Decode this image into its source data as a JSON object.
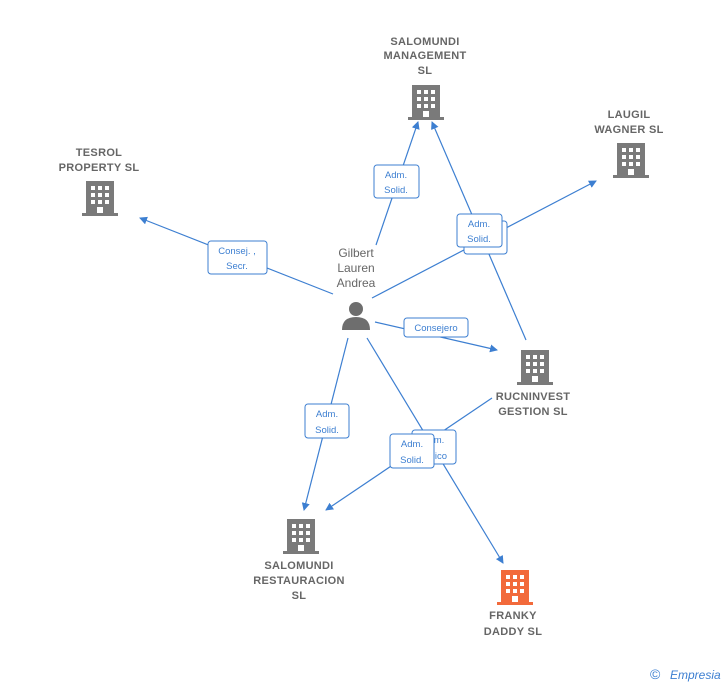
{
  "person": {
    "lines": [
      "Gilbert",
      "Lauren",
      "Andrea"
    ]
  },
  "companies": {
    "salomundi_management": {
      "lines": [
        "SALOMUNDI",
        "MANAGEMENT",
        "SL"
      ]
    },
    "laugil_wagner": {
      "lines": [
        "LAUGIL",
        "WAGNER SL"
      ]
    },
    "tesrol_property": {
      "lines": [
        "TESROL",
        "PROPERTY  SL"
      ]
    },
    "rucninvest_gestion": {
      "lines": [
        "RUCNINVEST",
        "GESTION  SL"
      ]
    },
    "salomundi_restauracion": {
      "lines": [
        "SALOMUNDI",
        "RESTAURACION",
        "SL"
      ]
    },
    "franky_daddy": {
      "lines": [
        "FRANKY",
        "DADDY  SL"
      ]
    }
  },
  "edges": {
    "adm_solid_mgmt": [
      "Adm.",
      "Solid."
    ],
    "adm_solid_laugil": [
      "Adm.",
      "Solid."
    ],
    "consej_secr": [
      "Consej. ,",
      "Secr."
    ],
    "consejero": [
      "Consejero"
    ],
    "adm_solid_rest": [
      "Adm.",
      "Solid."
    ],
    "adm_unico_hidden": [
      "m.",
      "ico"
    ],
    "adm_solid_rucn": [
      "Adm.",
      "Solid."
    ]
  },
  "colors": {
    "edge": "#3d7fd1",
    "building": "#7a7a7a",
    "highlight": "#f26a3b"
  },
  "footer": {
    "copyright": "©",
    "brand": "Empresia"
  }
}
